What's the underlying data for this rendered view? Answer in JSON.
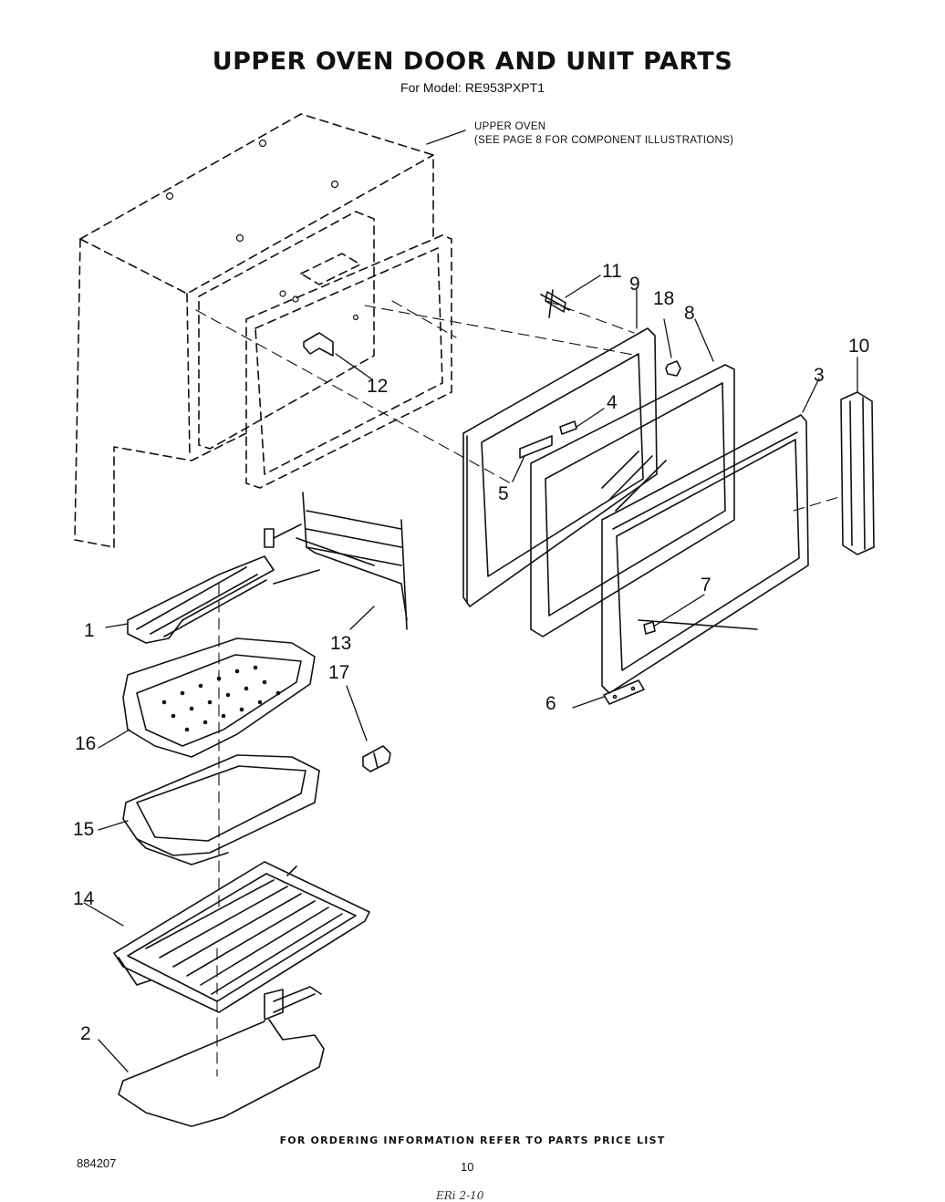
{
  "header": {
    "title": "UPPER OVEN DOOR AND UNIT PARTS",
    "model": "For Model: RE953PXPT1"
  },
  "note": {
    "line1": "UPPER OVEN",
    "line2": "(SEE PAGE 8 FOR COMPONENT ILLUSTRATIONS)"
  },
  "callouts": {
    "p1": "1",
    "p2": "2",
    "p3": "3",
    "p4": "4",
    "p5": "5",
    "p6": "6",
    "p7": "7",
    "p8": "8",
    "p9": "9",
    "p10": "10",
    "p11": "11",
    "p12": "12",
    "p13": "13",
    "p14": "14",
    "p15": "15",
    "p16": "16",
    "p17": "17",
    "p18": "18"
  },
  "footer": {
    "ordering": "FOR ORDERING INFORMATION REFER TO PARTS PRICE LIST",
    "doc_number": "884207",
    "page_number": "10",
    "scribble": "ERi  2-10"
  }
}
